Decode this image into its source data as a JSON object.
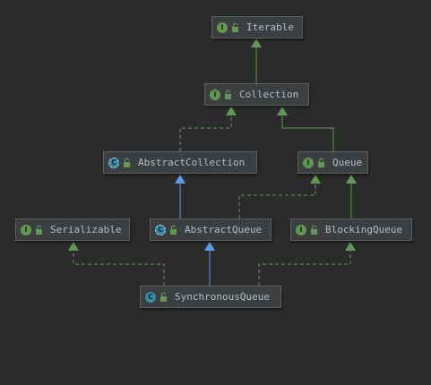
{
  "diagram": {
    "colors": {
      "background": "#2b2b2b",
      "implements": "#629755",
      "extends": "#5c9ce6",
      "node_fill": "#3c3f41",
      "node_text": "#bbbbbb"
    },
    "nodes": {
      "iterable": {
        "label": "Iterable",
        "kind": "I",
        "kind_type": "interface"
      },
      "collection": {
        "label": "Collection",
        "kind": "I",
        "kind_type": "interface"
      },
      "abstract_collection": {
        "label": "AbstractCollection",
        "kind": "C",
        "kind_type": "abstract"
      },
      "queue": {
        "label": "Queue",
        "kind": "I",
        "kind_type": "interface"
      },
      "serializable": {
        "label": "Serializable",
        "kind": "I",
        "kind_type": "interface"
      },
      "abstract_queue": {
        "label": "AbstractQueue",
        "kind": "C",
        "kind_type": "abstract"
      },
      "blocking_queue": {
        "label": "BlockingQueue",
        "kind": "I",
        "kind_type": "interface"
      },
      "synchronous_queue": {
        "label": "SynchronousQueue",
        "kind": "C",
        "kind_type": "class"
      }
    }
  }
}
